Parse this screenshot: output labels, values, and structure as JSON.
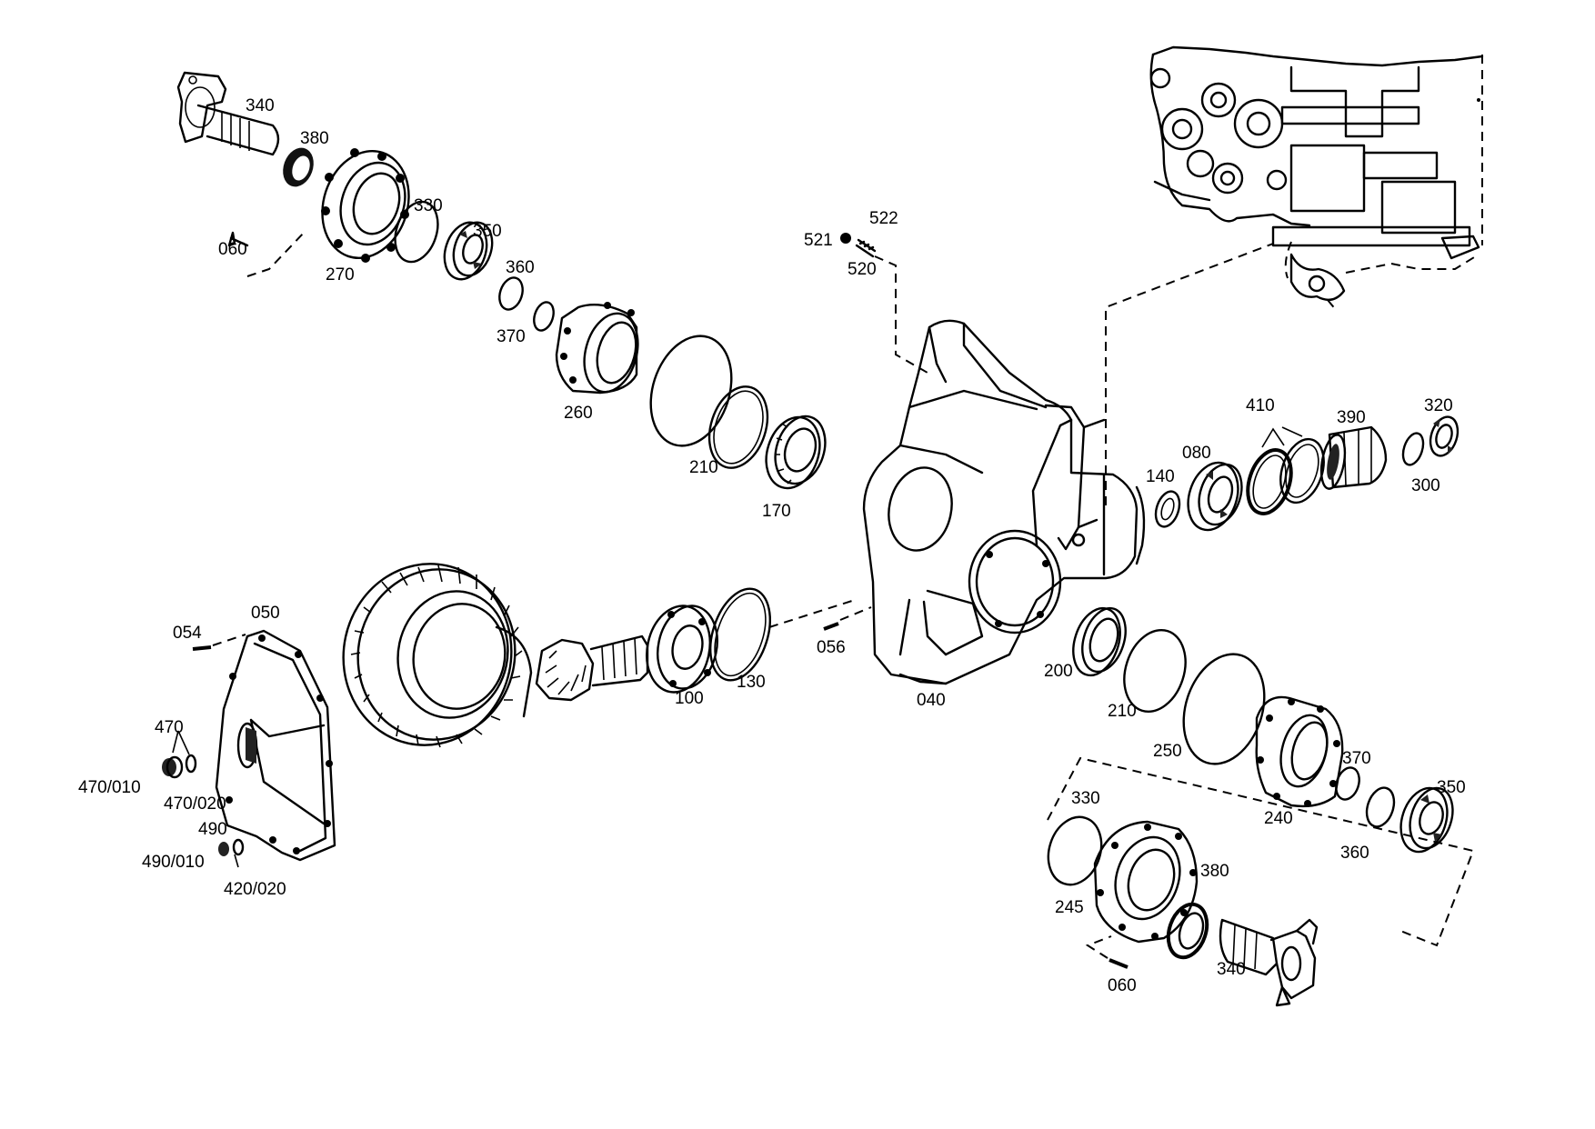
{
  "diagram": {
    "labels": {
      "l340_top": "340",
      "l380_top": "380",
      "l330_top": "330",
      "l350_top": "350",
      "l360_top": "360",
      "l370_top": "370",
      "l060_top": "060",
      "l270": "270",
      "l260": "260",
      "l210_top": "210",
      "l170": "170",
      "l521": "521",
      "l522": "522",
      "l520": "520",
      "l410": "410",
      "l390": "390",
      "l320": "320",
      "l300": "300",
      "l080": "080",
      "l140": "140",
      "l054": "054",
      "l050": "050",
      "l056": "056",
      "l100": "100",
      "l130": "130",
      "l040": "040",
      "l200": "200",
      "l210_bot": "210",
      "l250": "250",
      "l470": "470",
      "l470_010": "470/010",
      "l470_020": "470/020",
      "l490": "490",
      "l490_010": "490/010",
      "l420_020": "420/020",
      "l370_bot": "370",
      "l350_bot": "350",
      "l240": "240",
      "l360_bot": "360",
      "l330_bot": "330",
      "l380_bot": "380",
      "l245": "245",
      "l340_bot": "340",
      "l060_bot": "060"
    }
  }
}
